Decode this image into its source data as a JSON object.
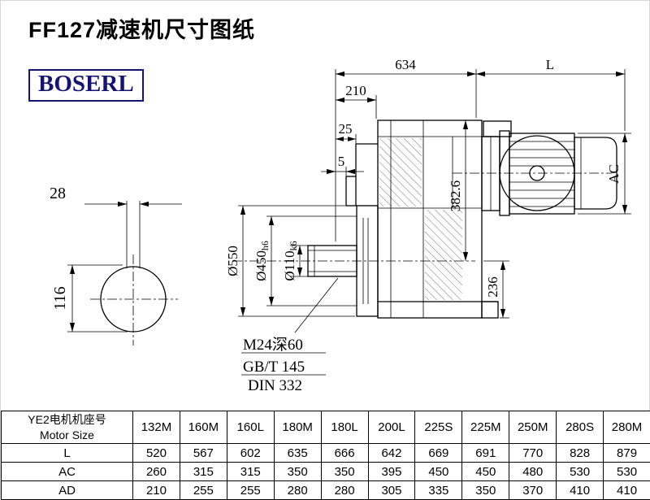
{
  "page": {
    "title": "FF127减速机尺寸图纸",
    "brand": "BOSERL"
  },
  "drawing": {
    "dim_634": "634",
    "dim_L": "L",
    "dim_210": "210",
    "dim_25": "25",
    "dim_5": "5",
    "dim_AC": "AC",
    "dim_550": "Ø550",
    "dim_450": "Ø450",
    "dim_450_tol": "h6",
    "dim_110": "Ø110",
    "dim_110_tol": "k6",
    "dim_382_6": "382.6",
    "dim_236": "236",
    "dim_28": "28",
    "dim_116": "116",
    "note_thread": "M24深60",
    "note_gb": "GB/T 145",
    "note_din": "DIN 332"
  },
  "table": {
    "header_cn": "YE2电机机座号",
    "header_en": "Motor Size",
    "columns": [
      "132M",
      "160M",
      "160L",
      "180M",
      "180L",
      "200L",
      "225S",
      "225M",
      "250M",
      "280S",
      "280M"
    ],
    "rows": [
      {
        "label": "L",
        "values": [
          "520",
          "567",
          "602",
          "635",
          "666",
          "642",
          "669",
          "691",
          "770",
          "828",
          "879"
        ]
      },
      {
        "label": "AC",
        "values": [
          "260",
          "315",
          "315",
          "350",
          "350",
          "395",
          "450",
          "450",
          "480",
          "530",
          "530"
        ]
      },
      {
        "label": "AD",
        "values": [
          "210",
          "255",
          "255",
          "280",
          "280",
          "305",
          "335",
          "350",
          "370",
          "410",
          "410"
        ]
      }
    ]
  }
}
